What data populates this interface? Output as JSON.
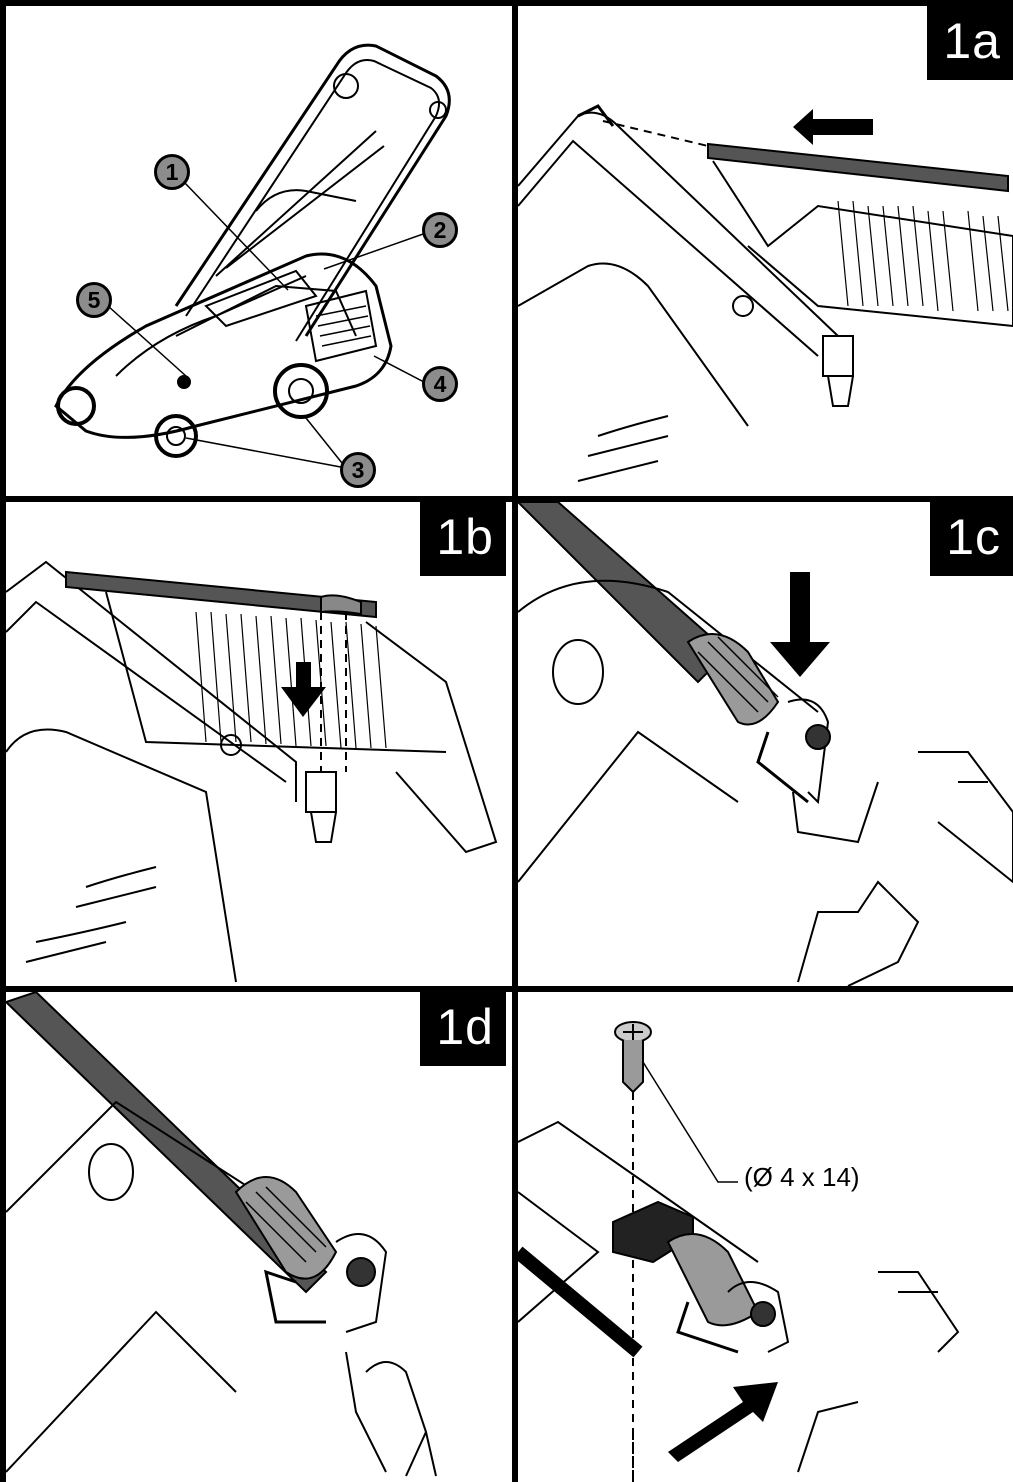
{
  "panels": {
    "overview": {
      "callouts": [
        "1",
        "2",
        "3",
        "4",
        "5"
      ]
    },
    "step_1a": {
      "label": "1a"
    },
    "step_1b": {
      "label": "1b"
    },
    "step_1c": {
      "label": "1c"
    },
    "step_1d": {
      "label": "1d"
    },
    "step_1e": {
      "screen_spec": "(Ø 4 x 14)"
    }
  },
  "colors": {
    "line": "#000000",
    "spring_grey": "#9a9a9a",
    "callout_grey": "#8c8c8c",
    "label_bg": "#000000",
    "label_text": "#ffffff"
  }
}
